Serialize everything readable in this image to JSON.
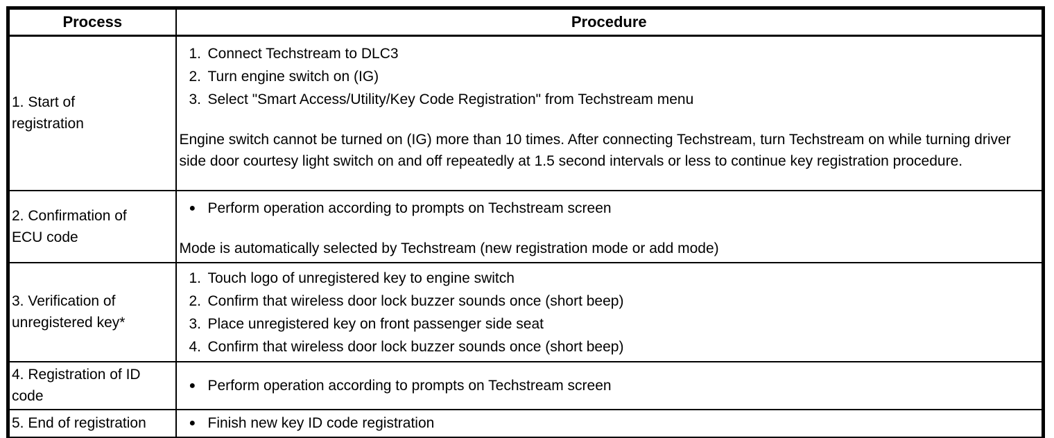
{
  "icons": {
    "bullet": "●"
  },
  "table": {
    "header": {
      "process": "Process",
      "procedure": "Procedure"
    },
    "rows": [
      {
        "process": "1. Start of\nregistration",
        "steps": [
          {
            "num": "1.",
            "text": "Connect Techstream to DLC3"
          },
          {
            "num": "2.",
            "text": "Turn engine switch on (IG)"
          },
          {
            "num": "3.",
            "text": "Select \"Smart Access/Utility/Key Code Registration\" from Techstream menu"
          }
        ],
        "note": "Engine switch cannot be turned on (IG) more than 10 times. After connecting Techstream, turn Techstream on while turning driver side door courtesy light switch on and off repeatedly at 1.5 second intervals or less to continue key registration procedure."
      },
      {
        "process": "2. Confirmation of\nECU code",
        "bullet": "Perform operation according to prompts on Techstream screen",
        "note": "Mode is automatically selected by Techstream (new registration mode or add mode)"
      },
      {
        "process": "3. Verification of\nunregistered key*",
        "steps": [
          {
            "num": "1.",
            "text": "Touch logo of unregistered key to engine switch"
          },
          {
            "num": "2.",
            "text": "Confirm that wireless door lock buzzer sounds once (short beep)"
          },
          {
            "num": "3.",
            "text": "Place unregistered key on front passenger side seat"
          },
          {
            "num": "4.",
            "text": "Confirm that wireless door lock buzzer sounds once (short beep)"
          }
        ]
      },
      {
        "process": "4. Registration of ID\ncode",
        "bullet": "Perform operation according to prompts on Techstream screen"
      },
      {
        "process": "5. End of registration",
        "bullet": "Finish new key ID code registration"
      }
    ]
  }
}
